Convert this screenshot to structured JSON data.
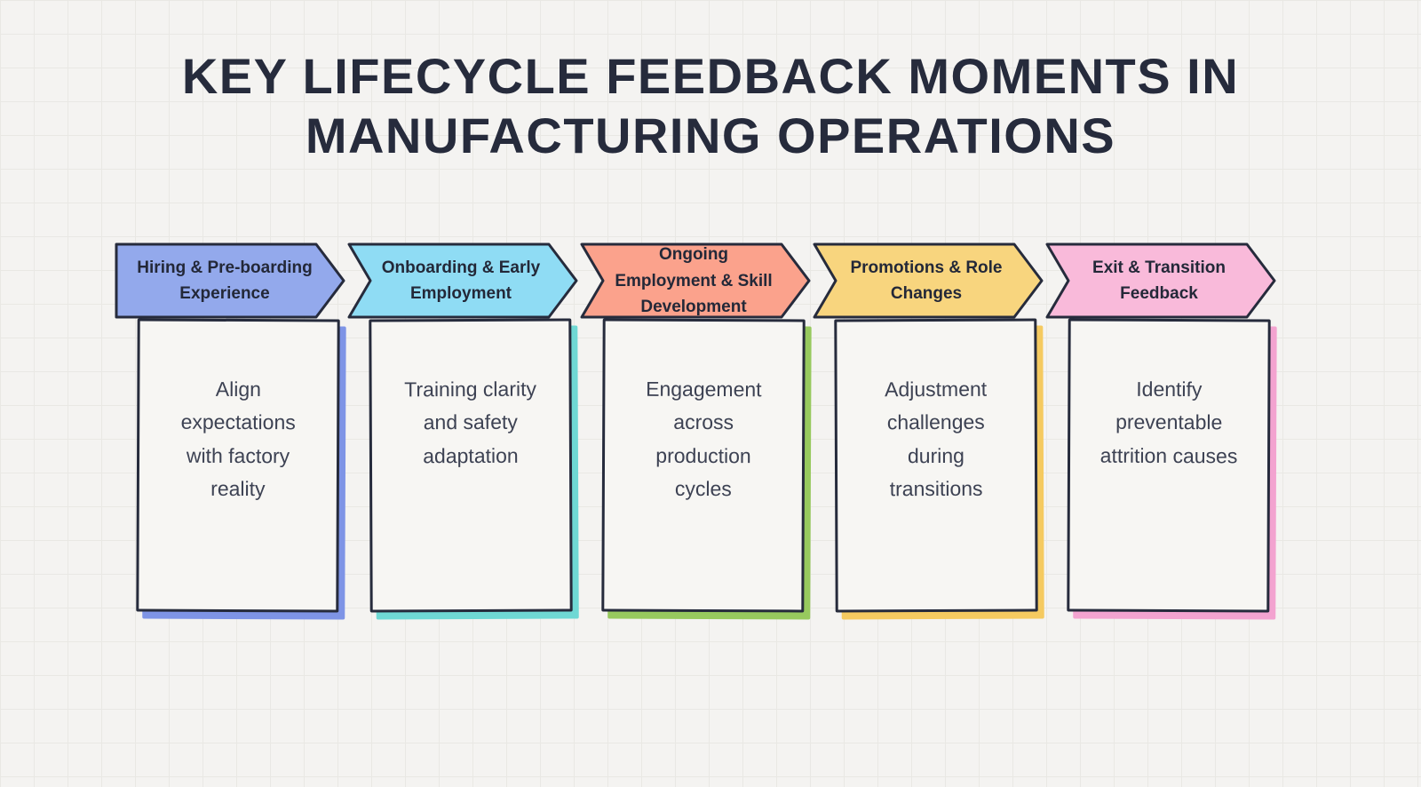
{
  "title": {
    "line1": "Key Lifecycle Feedback Moments in",
    "line2": "Manufacturing Operations"
  },
  "colors": {
    "background": "#f4f3f1",
    "grid_line": "#e9e8e4",
    "outline": "#262b3c",
    "title_text": "#262b3c",
    "card_fill": "#f7f6f3",
    "header_text": "#232838",
    "body_text": "#3d4253"
  },
  "columns": [
    {
      "header": "Hiring & Pre-boarding Experience",
      "body": "Align expectations with factory reality",
      "banner_color": "#93a9ec",
      "shadow_color": "#7e94e6"
    },
    {
      "header": "Onboarding & Early Employment",
      "body": "Training clarity and safety adaptation",
      "banner_color": "#8fdcf4",
      "shadow_color": "#6fd8d4"
    },
    {
      "header": "Ongoing Employment & Skill Development",
      "body": "Engagement across production cycles",
      "banner_color": "#fba28c",
      "shadow_color": "#97c95e"
    },
    {
      "header": "Promotions & Role Changes",
      "body": "Adjustment challenges during transitions",
      "banner_color": "#f8d57e",
      "shadow_color": "#f5ca60"
    },
    {
      "header": "Exit & Transition Feedback",
      "body": "Identify preventable attrition causes",
      "banner_color": "#f9bada",
      "shadow_color": "#f3a3d0"
    }
  ]
}
